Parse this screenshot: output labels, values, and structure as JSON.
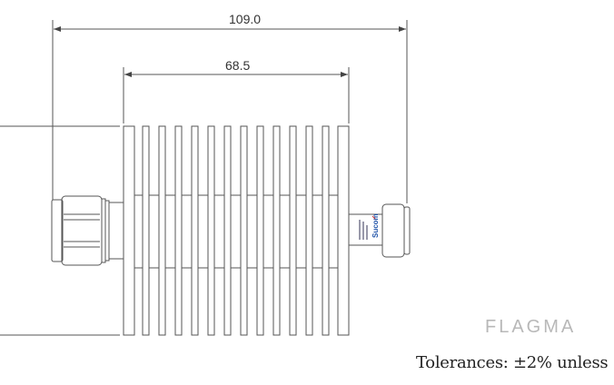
{
  "dimensions": {
    "overall_length": "109.0",
    "heatsink_length": "68.5"
  },
  "notes": {
    "tolerances": "Tolerances: ±2% unless"
  },
  "label": {
    "brand": "Sucom"
  },
  "watermark": "FLAGMA",
  "colors": {
    "line": "#555555",
    "brand": "#2255aa"
  }
}
